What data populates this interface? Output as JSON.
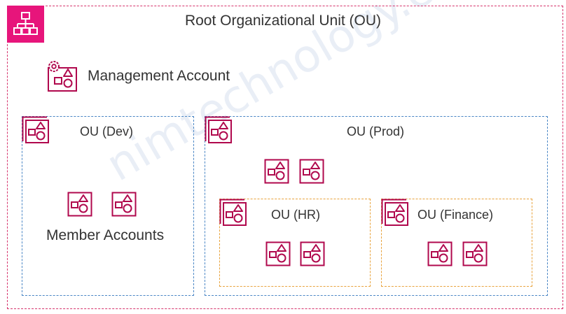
{
  "root": {
    "title": "Root Organizational Unit (OU)",
    "icon": "organization-hierarchy-icon",
    "accent_color": "#e7157b"
  },
  "management": {
    "label": "Management Account",
    "icon": "management-account-gear-icon"
  },
  "ous": {
    "dev": {
      "label": "OU (Dev)",
      "border_color": "#4a86c5"
    },
    "prod": {
      "label": "OU (Prod)",
      "border_color": "#4a86c5"
    },
    "hr": {
      "label": "OU (HR)",
      "border_color": "#e8a33d"
    },
    "finance": {
      "label": "OU (Finance)",
      "border_color": "#e8a33d"
    }
  },
  "member_accounts": {
    "label": "Member Accounts"
  },
  "watermark": {
    "text": "nimtechnology.com"
  },
  "icon_color": "#b0084d"
}
